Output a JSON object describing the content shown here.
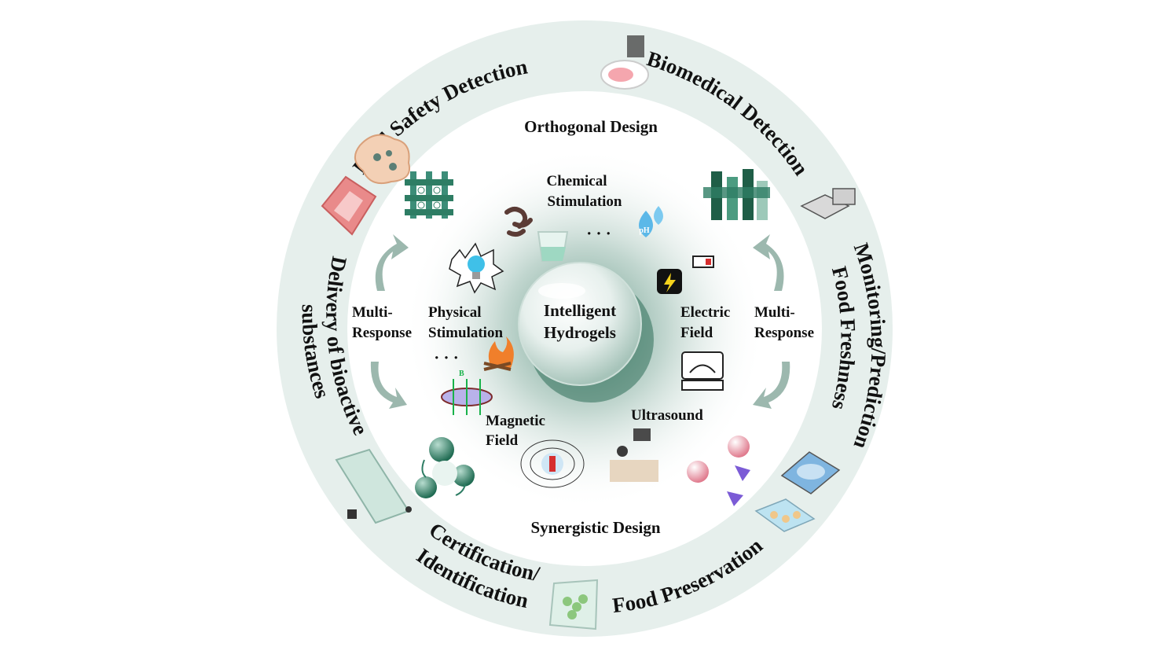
{
  "outer_ring": {
    "food_safety_detection": "Food Safety Detection",
    "biomedical_detection": "Biomedical Detection",
    "food_freshness_line1": "Food Freshness",
    "food_freshness_line2": "Monitoring/Prediction",
    "food_preservation": "Food Preservation",
    "certification_line1": "Certification/",
    "certification_line2": "Identification",
    "delivery_line1": "Delivery of bioactive",
    "delivery_line2": "substances"
  },
  "middle_ring": {
    "orthogonal_design": "Orthogonal Design",
    "synergistic_design": "Synergistic Design",
    "multi_response_left_line1": "Multi-",
    "multi_response_left_line2": "Response",
    "multi_response_right_line1": "Multi-",
    "multi_response_right_line2": "Response"
  },
  "inner_core": {
    "title_line1": "Intelligent",
    "title_line2": "Hydrogels",
    "chemical_line1": "Chemical",
    "chemical_line2": "Stimulation",
    "physical_line1": "Physical",
    "physical_line2": "Stimulation",
    "electric_line1": "Electric",
    "electric_line2": "Field",
    "magnetic_line1": "Magnetic",
    "magnetic_line2": "Field",
    "ultrasound": "Ultrasound",
    "ellipsis_top": "· · ·",
    "ellipsis_left": "· · ·",
    "ph_badge": "pH",
    "magnet_b": "B"
  },
  "colors": {
    "outer_ring": "#e6efec",
    "inner_disc": "#ffffff",
    "core_glow": "#4f8f7a",
    "accent_green": "#2e7d64",
    "arrow_green": "#9cb8ae"
  }
}
